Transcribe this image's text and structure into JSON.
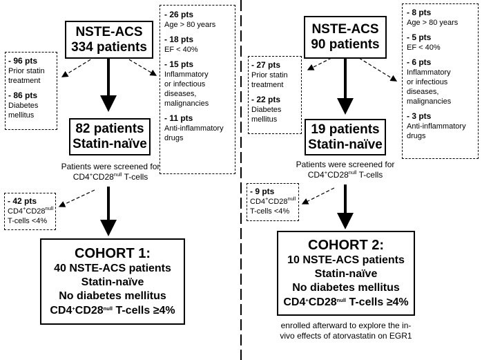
{
  "left": {
    "start": {
      "line1": "NSTE-ACS",
      "line2": "334 patients"
    },
    "excl_left": [
      {
        "count": "- 96 pts",
        "lines": [
          "Prior statin",
          "treatment"
        ]
      },
      {
        "count": "- 86 pts",
        "lines": [
          "Diabetes",
          "mellitus"
        ]
      }
    ],
    "excl_right": [
      {
        "count": "- 26 pts",
        "lines": [
          "Age > 80 years"
        ]
      },
      {
        "count": "- 18 pts",
        "lines": [
          "EF < 40%"
        ]
      },
      {
        "count": "- 15 pts",
        "lines": [
          "Inflammatory",
          "or infectious",
          "diseases,",
          "malignancies"
        ]
      },
      {
        "count": "- 11 pts",
        "lines": [
          "Anti-inflammatory",
          "drugs"
        ]
      }
    ],
    "mid": {
      "line1": "82 patients",
      "line2": "Statin-naïve"
    },
    "screen": {
      "line1": "Patients were screened for",
      "cd4": "CD4",
      "plus": "+",
      "cd28": "CD28",
      "null": "null",
      "tail": " T-cells"
    },
    "excl_cd": {
      "count": "- 42 pts",
      "cd4": "CD4",
      "plus": "+",
      "cd28": "CD28",
      "null": "null",
      "line2": "T-cells <4%"
    },
    "cohort": {
      "title": "COHORT 1:",
      "line1": "40 NSTE-ACS patients",
      "line2": "Statin-naïve",
      "line3": "No diabetes mellitus",
      "cd4": "CD4",
      "plus": "+",
      "cd28": "CD28",
      "null": "null",
      "tail": " T-cells ≥4%"
    }
  },
  "right": {
    "start": {
      "line1": "NSTE-ACS",
      "line2": "90 patients"
    },
    "excl_left": [
      {
        "count": "- 27 pts",
        "lines": [
          "Prior statin",
          "treatment"
        ]
      },
      {
        "count": "- 22 pts",
        "lines": [
          "Diabetes",
          "mellitus"
        ]
      }
    ],
    "excl_right": [
      {
        "count": "- 8 pts",
        "lines": [
          "Age > 80 years"
        ]
      },
      {
        "count": "- 5 pts",
        "lines": [
          "EF < 40%"
        ]
      },
      {
        "count": "- 6 pts",
        "lines": [
          "Inflammatory",
          "or infectious",
          "diseases,",
          "malignancies"
        ]
      },
      {
        "count": "- 3 pts",
        "lines": [
          "Anti-inflammatory",
          "drugs"
        ]
      }
    ],
    "mid": {
      "line1": "19 patients",
      "line2": "Statin-naïve"
    },
    "screen": {
      "line1": "Patients were screened for",
      "cd4": "CD4",
      "plus": "+",
      "cd28": "CD28",
      "null": "null",
      "tail": " T-cells"
    },
    "excl_cd": {
      "count": "- 9 pts",
      "cd4": "CD4",
      "plus": "+",
      "cd28": "CD28",
      "null": "null",
      "line2": "T-cells <4%"
    },
    "cohort": {
      "title": "COHORT 2:",
      "line1": "10 NSTE-ACS patients",
      "line2": "Statin-naïve",
      "line3": "No diabetes mellitus",
      "cd4": "CD4",
      "plus": "+",
      "cd28": "CD28",
      "null": "null",
      "tail": " T-cells ≥4%"
    },
    "footnote": {
      "line1": "enrolled afterward to explore the in-",
      "line2": "vivo effects of atorvastatin on EGR1"
    }
  }
}
